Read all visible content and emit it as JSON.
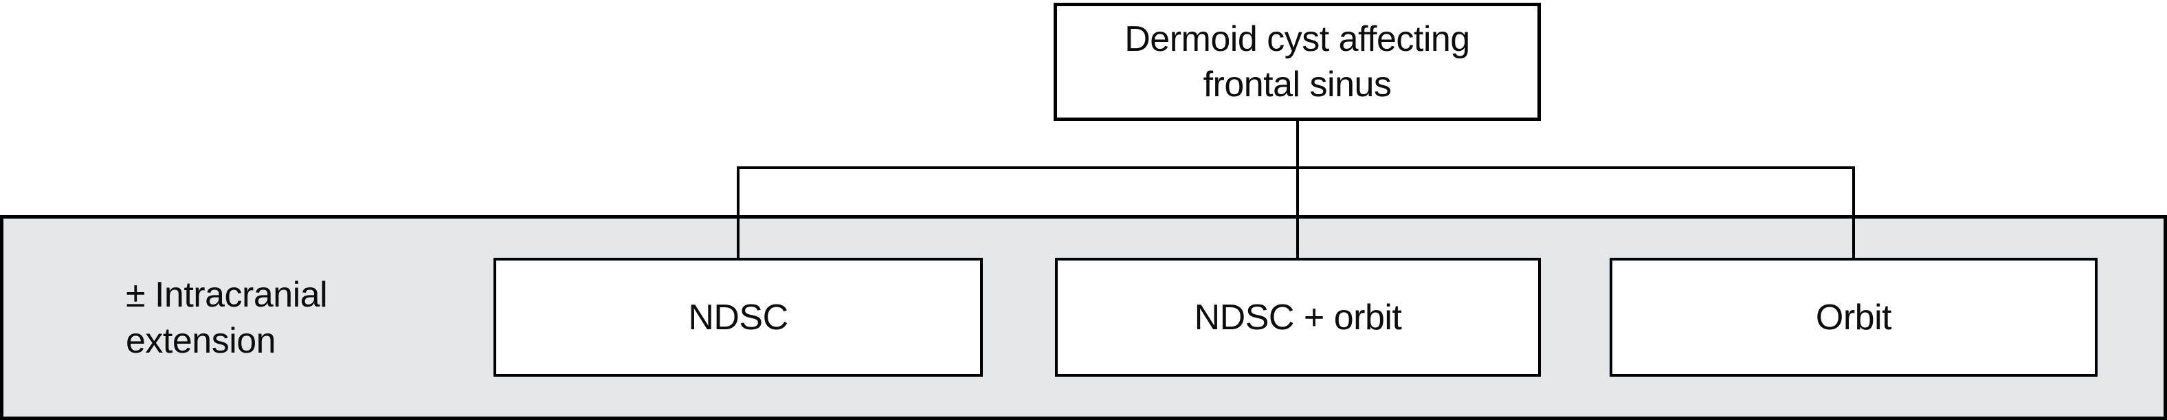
{
  "diagram": {
    "root": {
      "label": "Dermoid cyst affecting frontal sinus"
    },
    "band": {
      "label": "± Intracranial extension",
      "fill_color": "#e6e7e8",
      "border_color": "#000000"
    },
    "children": [
      {
        "label": "NDSC"
      },
      {
        "label": "NDSC + orbit"
      },
      {
        "label": "Orbit"
      }
    ],
    "line_color": "#000000",
    "node_fill_color": "#ffffff",
    "text_color": "#0d0d0d"
  }
}
